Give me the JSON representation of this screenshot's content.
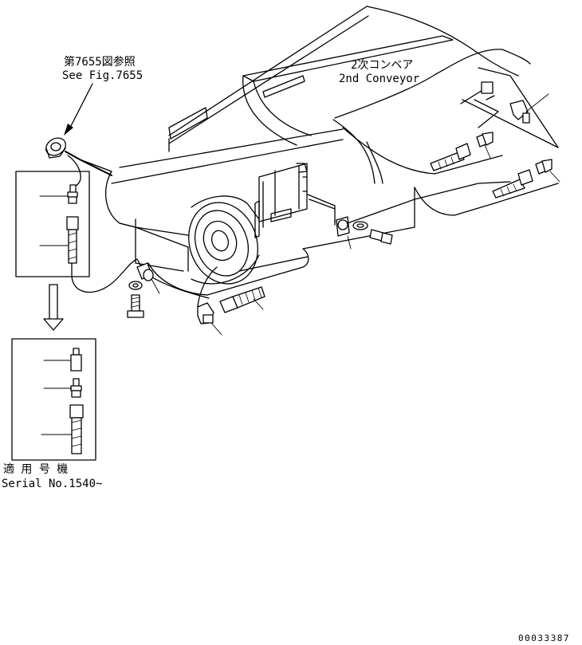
{
  "reference": {
    "jp": "第7655図参照",
    "en": "See Fig.7655"
  },
  "conveyor": {
    "jp": "2次コンベア",
    "en": "2nd Conveyor"
  },
  "serial": {
    "jp": "適 用 号 機",
    "en": "Serial No.1540~"
  },
  "drawing_number": "00033387",
  "colors": {
    "line": "#000000",
    "background": "#ffffff"
  }
}
